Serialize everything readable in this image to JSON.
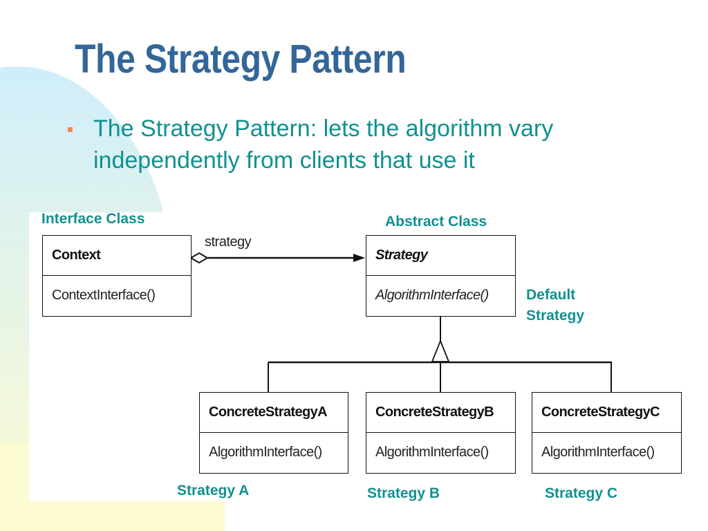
{
  "slide": {
    "title": "The Strategy Pattern",
    "bullet": "The Strategy Pattern: lets the algorithm vary\nindependently from clients that use it"
  },
  "labels": {
    "interface_class": "Interface Class",
    "abstract_class": "Abstract Class",
    "default_strategy": "Default\nStrategy",
    "strategy_a": "Strategy A",
    "strategy_b": "Strategy B",
    "strategy_c": "Strategy C"
  },
  "association": {
    "label": "strategy"
  },
  "classes": {
    "context": {
      "name": "Context",
      "method": "ContextInterface()"
    },
    "strategy": {
      "name": "Strategy",
      "method": "AlgorithmInterface()"
    },
    "concrete_a": {
      "name": "ConcreteStrategyA",
      "method": "AlgorithmInterface()"
    },
    "concrete_b": {
      "name": "ConcreteStrategyB",
      "method": "AlgorithmInterface()"
    },
    "concrete_c": {
      "name": "ConcreteStrategyC",
      "method": "AlgorithmInterface()"
    }
  },
  "colors": {
    "title": "#336699",
    "text": "#109090",
    "bullet": "#f08a5a",
    "decoration_blue": "#cfeefb",
    "decoration_yellow": "#fdfbd2"
  }
}
